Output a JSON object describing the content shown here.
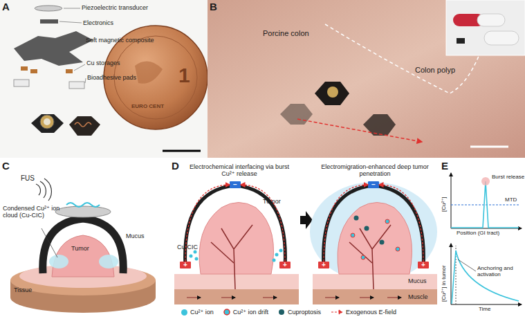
{
  "diagram": {
    "nodes": [
      {
        "text": [
          "−"
        ]
      },
      {
        "text": [
          "+"
        ]
      },
      {
        "text": [
          "+"
        ]
      },
      {
        "text": [
          "−"
        ]
      },
      {
        "text": [
          "+"
        ]
      },
      {
        "text": [
          "+"
        ]
      }
    ],
    "edges": [
      {
        "from": 1,
        "to": 0,
        "arrow": "to"
      },
      {
        "from": 2,
        "to": 0,
        "arrow": "to"
      },
      {
        "from": 4,
        "to": 3,
        "arrow": "to"
      },
      {
        "from": 5,
        "to": 3,
        "arrow": "to"
      }
    ],
    "labels": [
      "A",
      "B",
      "C",
      "D",
      "E",
      "Piezoelectric transducer",
      "Electronics",
      "Soft magnetic composite",
      "Cu storages",
      "Bioadhesive pads",
      "EURO CENT",
      "1",
      "Porcine colon",
      "Colon polyp",
      "FUS",
      "Condensed Cu²⁺ ion cloud (Cu-CIC)",
      "Tumor",
      "Mucus",
      "Tissue",
      "Electrochemical interfacing via burst Cu²⁺ release",
      "Electromigration-enhanced deep tumor penetration",
      "Tumor",
      "Cu-CIC",
      "Mucus",
      "Muscle",
      "[Cu²⁺]",
      "Burst release",
      "MTD",
      "Position (GI tract)",
      "[Cu²⁺] in tumor",
      "Anchoring and activation",
      "Time"
    ],
    "legend": [
      {
        "text": "Cu²⁺ ion",
        "color": "#3cc3dc"
      },
      {
        "text": "Cu²⁺ ion drift"
      },
      {
        "text": "Cuproptosis"
      },
      {
        "text": "Exogenous E-field"
      }
    ]
  }
}
